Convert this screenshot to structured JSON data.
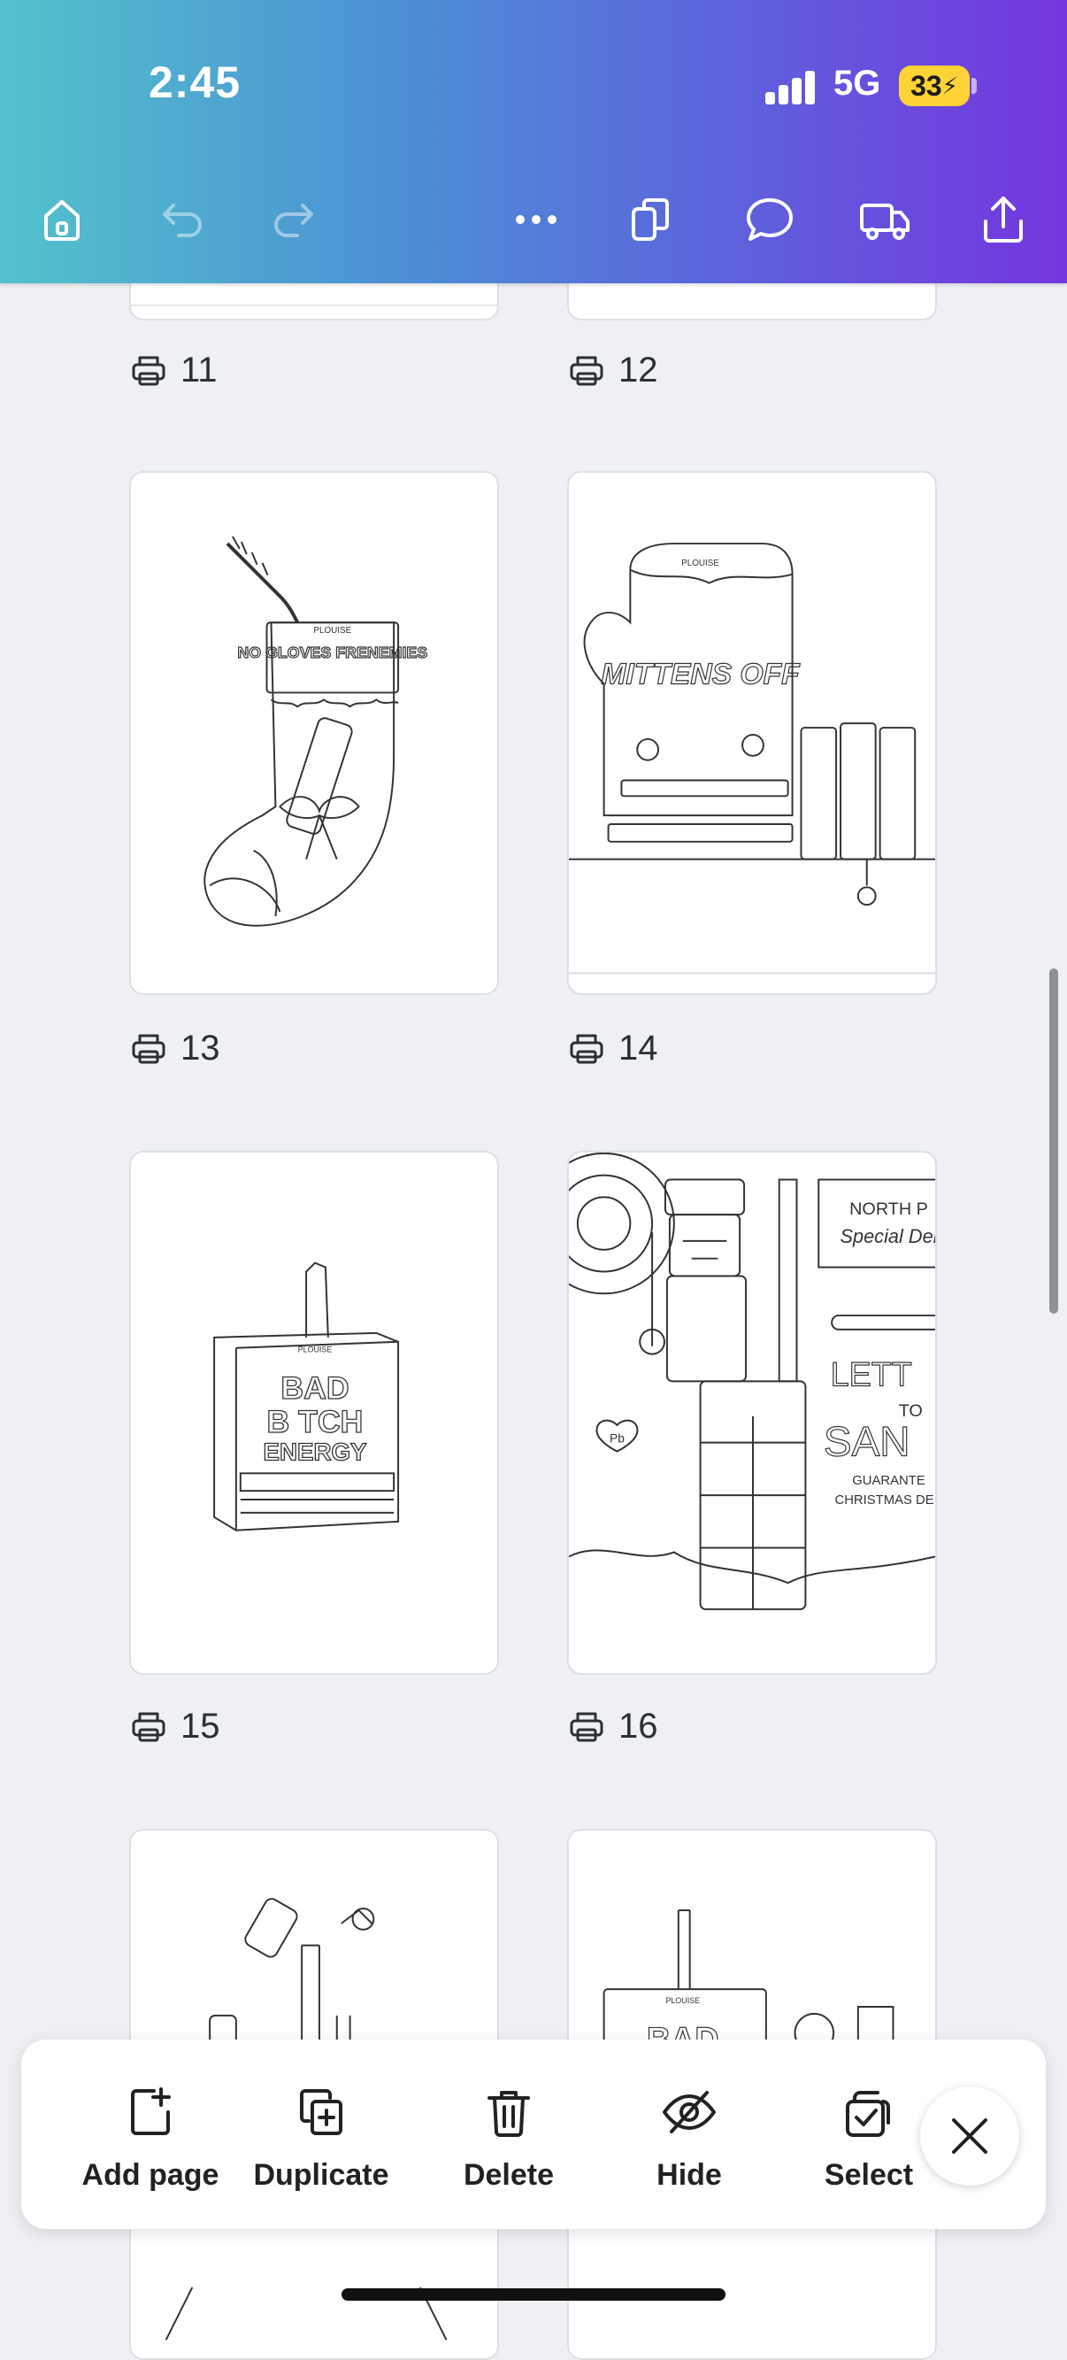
{
  "status_bar": {
    "time": "2:45",
    "network": "5G",
    "battery": "33"
  },
  "top_toolbar": {
    "icons": [
      "home-icon",
      "undo-icon",
      "redo-icon",
      "more-icon",
      "pages-icon",
      "comment-icon",
      "delivery-truck-icon",
      "share-icon"
    ]
  },
  "pages": [
    {
      "number": "11"
    },
    {
      "number": "12"
    },
    {
      "number": "13"
    },
    {
      "number": "14"
    },
    {
      "number": "15"
    },
    {
      "number": "16"
    },
    {
      "number": ""
    },
    {
      "number": ""
    }
  ],
  "bottom_toolbar": {
    "add_page": "Add page",
    "duplicate": "Duplicate",
    "delete": "Delete",
    "hide": "Hide",
    "select": "Select"
  },
  "artwork_text": {
    "brand": "PLOUISE",
    "p13_title": "NO GLOVES FRENEMIES",
    "p14_title": "MITTENS OFF",
    "p15_line1": "BAD",
    "p15_line2": "B TCH",
    "p15_line3": "ENERGY",
    "p16_sign1": "NORTH P",
    "p16_sign2": "Special Del",
    "p16_letter": "LETT",
    "p16_to": "TO",
    "p16_santa": "SAN",
    "p16_guarantee": "GUARANTE",
    "p16_christmas": "CHRISTMAS DE",
    "p16_pb": "Pb",
    "p18_title": "BAD"
  },
  "colors": {
    "accent_start": "#53c2cb",
    "accent_end": "#7536de"
  }
}
